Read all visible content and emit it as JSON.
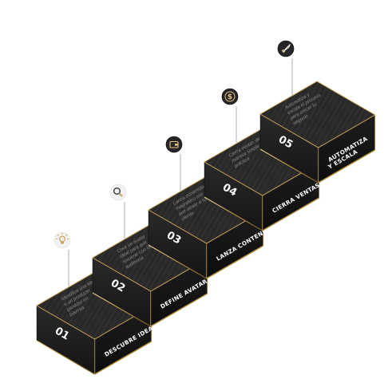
{
  "palette": {
    "gold": "#c8a35a",
    "gold_light": "#e2c47f",
    "top_face": "#262626",
    "left_face": "#1a1a1a",
    "right_face": "#141414",
    "stem": "#9a9a9a",
    "icon_circle": "#262626",
    "icon_circle_light": "#f2f2f2"
  },
  "steps": [
    {
      "number": "01",
      "title": "DESCUBRE IDEA",
      "description": [
        "Identifica una idea",
        "o un producto",
        "ganador en",
        "Internet"
      ],
      "icon": "lightbulb-icon",
      "icon_style": "light"
    },
    {
      "number": "02",
      "title": "DEFINE AVATAR",
      "description": [
        "Crea un avatar",
        "ideal para que",
        "resuene con la",
        "audiencia"
      ],
      "icon": "magnifier-icon",
      "icon_style": "light"
    },
    {
      "number": "03",
      "title": "LANZA CONTENIDO",
      "description": [
        "Lanza contenido",
        "magnético con el",
        "que atraer a tu",
        "cliente"
      ],
      "icon": "wallet-icon",
      "icon_style": "dark"
    },
    {
      "number": "04",
      "title": "CIERRA VENTAS",
      "description": [
        "Cierra ventas de",
        "manera simple y",
        "práctica"
      ],
      "icon": "dollar-icon",
      "icon_style": "dark"
    },
    {
      "number": "05",
      "title": "AUTOMATIZA\nY ESCALA",
      "description": [
        "Automatiza y",
        "escala el proceso",
        "para crecer tu",
        "negocio"
      ],
      "icon": "rocket-icon",
      "icon_style": "dark"
    }
  ]
}
